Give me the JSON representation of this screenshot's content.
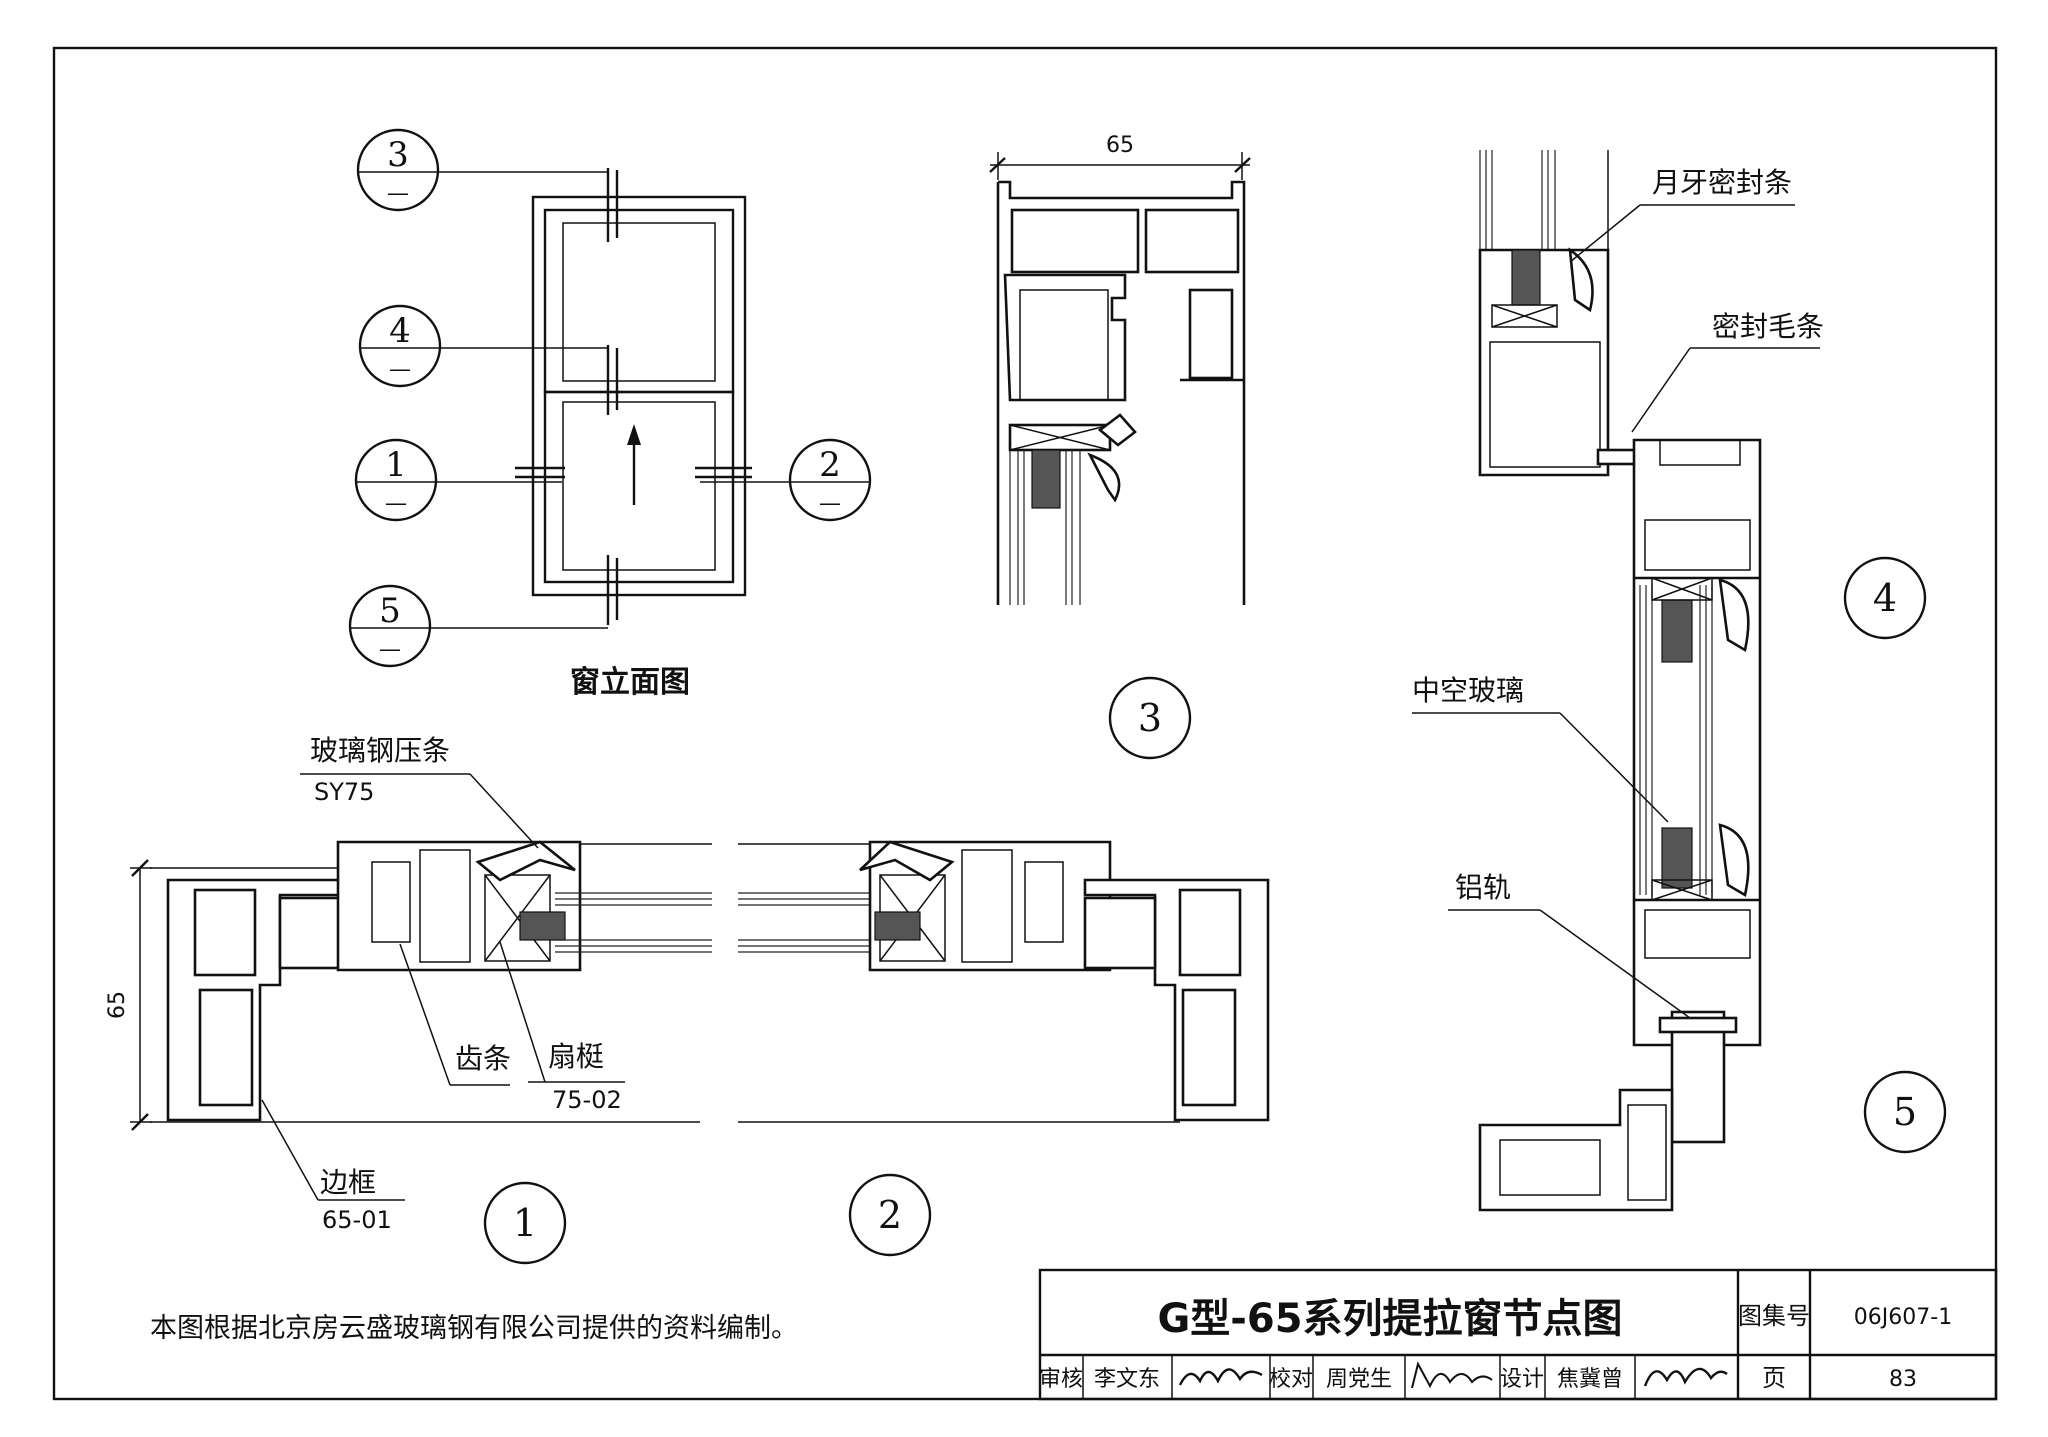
{
  "elevation": {
    "title": "窗立面图",
    "markers": [
      {
        "num": "3",
        "sub": "—"
      },
      {
        "num": "4",
        "sub": "—"
      },
      {
        "num": "1",
        "sub": "—"
      },
      {
        "num": "2",
        "sub": "—"
      },
      {
        "num": "5",
        "sub": "—"
      }
    ]
  },
  "details": {
    "d1": "1",
    "d2": "2",
    "d3": "3",
    "d4": "4",
    "d5": "5",
    "dim_65_top": "65",
    "dim_65_left": "65"
  },
  "labels": {
    "glazing_bead": "玻璃钢压条",
    "glazing_bead_code": "SY75",
    "tooth_strip": "齿条",
    "sash_stile": "扇梃",
    "sash_stile_code": "75-02",
    "side_frame": "边框",
    "side_frame_code": "65-01",
    "crescent_seal": "月牙密封条",
    "seal_brush": "密封毛条",
    "hollow_glass": "中空玻璃",
    "aluminum_rail": "铝轨"
  },
  "note": "本图根据北京房云盛玻璃钢有限公司提供的资料编制。",
  "title_block": {
    "title": "G型-65系列提拉窗节点图",
    "atlas_label": "图集号",
    "atlas_no": "06J607-1",
    "page_label": "页",
    "page_no": "83",
    "review_label": "审核",
    "reviewer": "李文东",
    "check_label": "校对",
    "checker": "周党生",
    "design_label": "设计",
    "designer": "焦冀曾",
    "signatures": [
      "李文东",
      "周党生",
      "焦冀曾"
    ]
  }
}
